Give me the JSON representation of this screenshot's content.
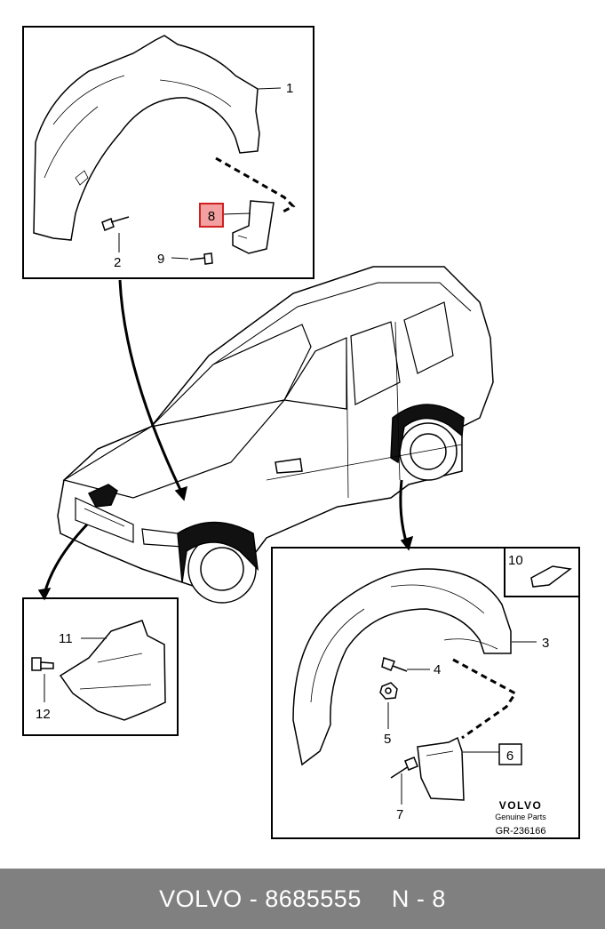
{
  "callouts": {
    "n1": "1",
    "n2": "2",
    "n3": "3",
    "n4": "4",
    "n5": "5",
    "n6": "6",
    "n7": "7",
    "n8": "8",
    "n9": "9",
    "n10": "10",
    "n11": "11",
    "n12": "12"
  },
  "highlight_color": "#f4a0a0",
  "branding": {
    "logo_text": "VOLVO",
    "subtitle": "Genuine Parts",
    "diagram_code": "GR-236166"
  },
  "footer": {
    "brand": "VOLVO",
    "separator": "-",
    "part_number": "8685555",
    "position_label": "N - 8"
  }
}
